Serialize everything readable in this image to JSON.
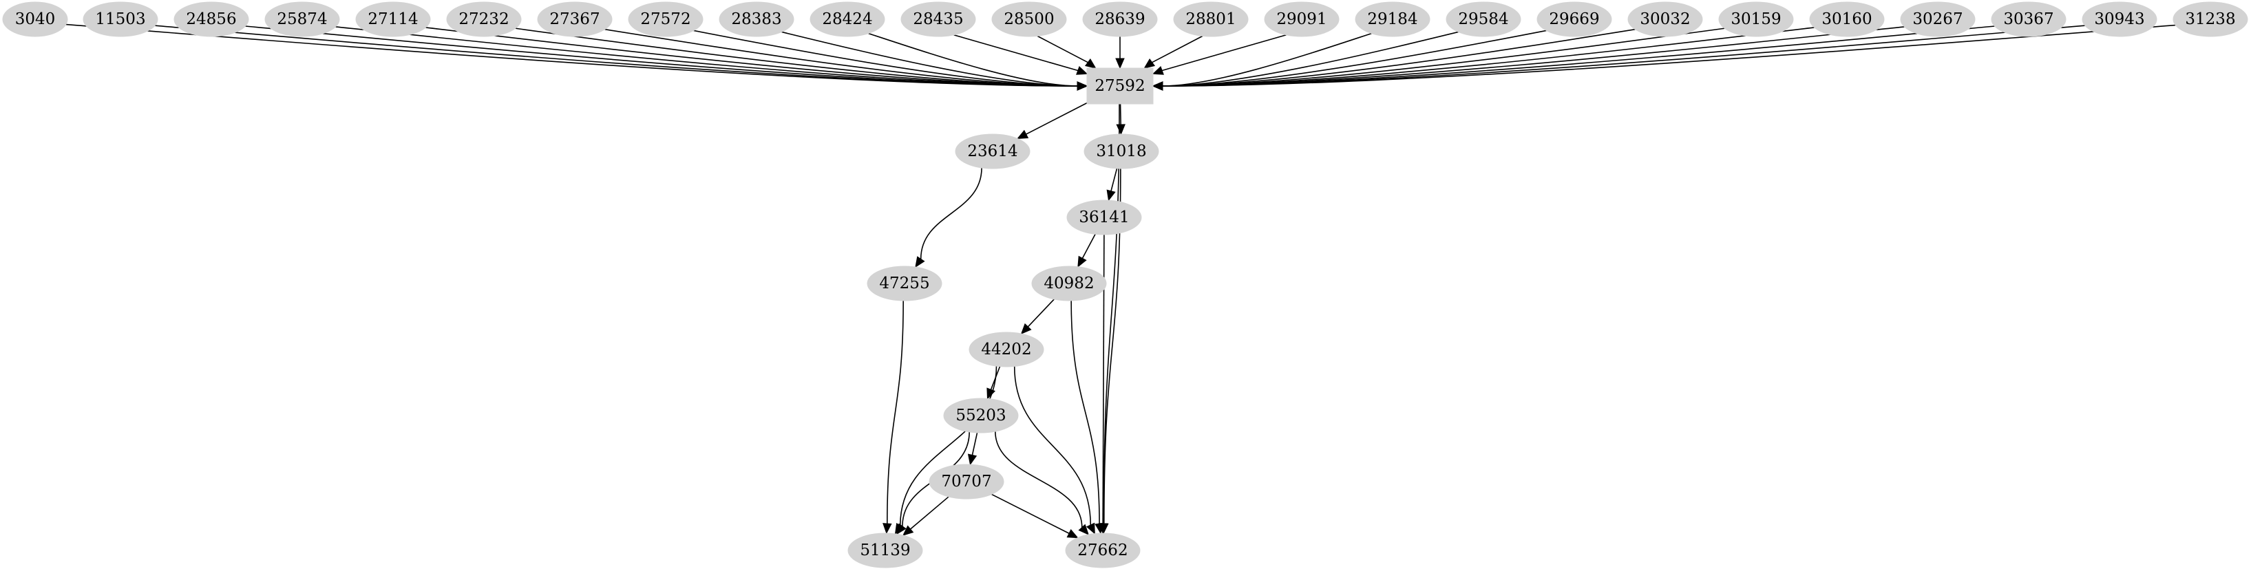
{
  "graph": {
    "type": "directed",
    "node_color": "#d3d3d3",
    "edge_color": "#000000",
    "nodes": [
      {
        "id": "3040",
        "label": "3040",
        "shape": "ellipse"
      },
      {
        "id": "11503",
        "label": "11503",
        "shape": "ellipse"
      },
      {
        "id": "24856",
        "label": "24856",
        "shape": "ellipse"
      },
      {
        "id": "25874",
        "label": "25874",
        "shape": "ellipse"
      },
      {
        "id": "27114",
        "label": "27114",
        "shape": "ellipse"
      },
      {
        "id": "27232",
        "label": "27232",
        "shape": "ellipse"
      },
      {
        "id": "27367",
        "label": "27367",
        "shape": "ellipse"
      },
      {
        "id": "27572",
        "label": "27572",
        "shape": "ellipse"
      },
      {
        "id": "28383",
        "label": "28383",
        "shape": "ellipse"
      },
      {
        "id": "28424",
        "label": "28424",
        "shape": "ellipse"
      },
      {
        "id": "28435",
        "label": "28435",
        "shape": "ellipse"
      },
      {
        "id": "28500",
        "label": "28500",
        "shape": "ellipse"
      },
      {
        "id": "28639",
        "label": "28639",
        "shape": "ellipse"
      },
      {
        "id": "28801",
        "label": "28801",
        "shape": "ellipse"
      },
      {
        "id": "29091",
        "label": "29091",
        "shape": "ellipse"
      },
      {
        "id": "29184",
        "label": "29184",
        "shape": "ellipse"
      },
      {
        "id": "29584",
        "label": "29584",
        "shape": "ellipse"
      },
      {
        "id": "29669",
        "label": "29669",
        "shape": "ellipse"
      },
      {
        "id": "30032",
        "label": "30032",
        "shape": "ellipse"
      },
      {
        "id": "30159",
        "label": "30159",
        "shape": "ellipse"
      },
      {
        "id": "30160",
        "label": "30160",
        "shape": "ellipse"
      },
      {
        "id": "30267",
        "label": "30267",
        "shape": "ellipse"
      },
      {
        "id": "30367",
        "label": "30367",
        "shape": "ellipse"
      },
      {
        "id": "30943",
        "label": "30943",
        "shape": "ellipse"
      },
      {
        "id": "31238",
        "label": "31238",
        "shape": "ellipse"
      },
      {
        "id": "27592",
        "label": "27592",
        "shape": "box"
      },
      {
        "id": "23614",
        "label": "23614",
        "shape": "ellipse"
      },
      {
        "id": "31018",
        "label": "31018",
        "shape": "ellipse"
      },
      {
        "id": "36141",
        "label": "36141",
        "shape": "ellipse"
      },
      {
        "id": "47255",
        "label": "47255",
        "shape": "ellipse"
      },
      {
        "id": "40982",
        "label": "40982",
        "shape": "ellipse"
      },
      {
        "id": "44202",
        "label": "44202",
        "shape": "ellipse"
      },
      {
        "id": "55203",
        "label": "55203",
        "shape": "ellipse"
      },
      {
        "id": "70707",
        "label": "70707",
        "shape": "ellipse"
      },
      {
        "id": "51139",
        "label": "51139",
        "shape": "ellipse"
      },
      {
        "id": "27662",
        "label": "27662",
        "shape": "ellipse"
      }
    ],
    "edges": [
      [
        "3040",
        "27592"
      ],
      [
        "11503",
        "27592"
      ],
      [
        "24856",
        "27592"
      ],
      [
        "25874",
        "27592"
      ],
      [
        "27114",
        "27592"
      ],
      [
        "27232",
        "27592"
      ],
      [
        "27367",
        "27592"
      ],
      [
        "27572",
        "27592"
      ],
      [
        "28383",
        "27592"
      ],
      [
        "28424",
        "27592"
      ],
      [
        "28435",
        "27592"
      ],
      [
        "28500",
        "27592"
      ],
      [
        "28639",
        "27592"
      ],
      [
        "28801",
        "27592"
      ],
      [
        "29091",
        "27592"
      ],
      [
        "29184",
        "27592"
      ],
      [
        "29584",
        "27592"
      ],
      [
        "29669",
        "27592"
      ],
      [
        "30032",
        "27592"
      ],
      [
        "30159",
        "27592"
      ],
      [
        "30160",
        "27592"
      ],
      [
        "30267",
        "27592"
      ],
      [
        "30367",
        "27592"
      ],
      [
        "30943",
        "27592"
      ],
      [
        "31238",
        "27592"
      ],
      [
        "27592",
        "23614"
      ],
      [
        "27592",
        "31018"
      ],
      [
        "27592",
        "27662"
      ],
      [
        "23614",
        "47255"
      ],
      [
        "31018",
        "36141"
      ],
      [
        "31018",
        "27662"
      ],
      [
        "36141",
        "40982"
      ],
      [
        "36141",
        "27662"
      ],
      [
        "47255",
        "51139"
      ],
      [
        "40982",
        "44202"
      ],
      [
        "40982",
        "27662"
      ],
      [
        "44202",
        "55203"
      ],
      [
        "44202",
        "51139"
      ],
      [
        "44202",
        "27662"
      ],
      [
        "55203",
        "70707"
      ],
      [
        "55203",
        "51139"
      ],
      [
        "55203",
        "27662"
      ],
      [
        "70707",
        "51139"
      ],
      [
        "70707",
        "27662"
      ]
    ]
  }
}
